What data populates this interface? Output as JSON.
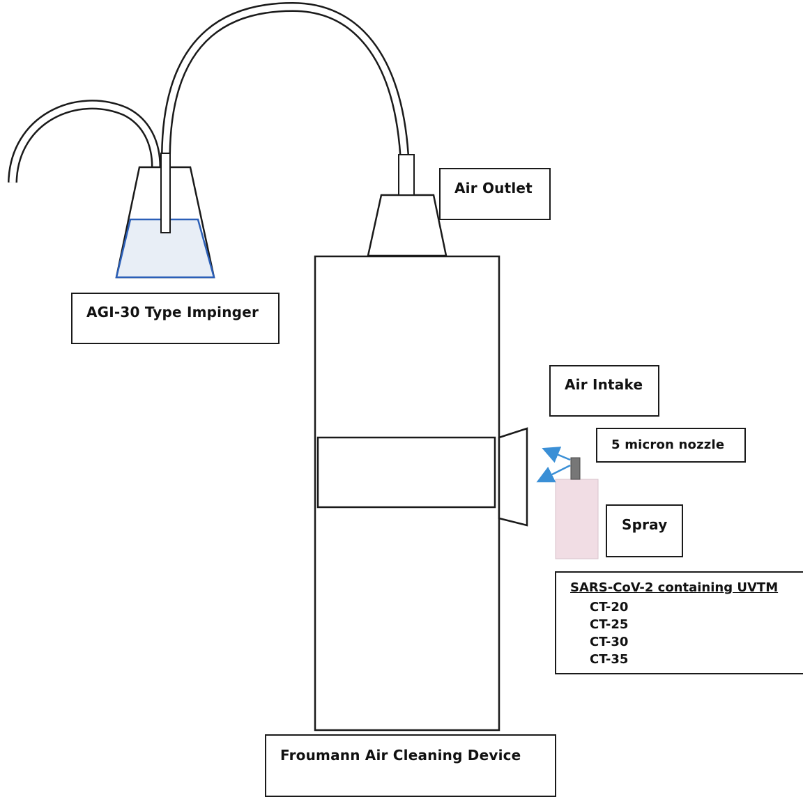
{
  "labels": {
    "air_outlet": "Air Outlet",
    "impinger": "AGI-30 Type Impinger",
    "air_intake": "Air Intake",
    "nozzle": "5 micron nozzle",
    "spray": "Spray",
    "uvtm_title": "SARS-CoV-2 containing UVTM",
    "uvtm_items": [
      "CT-20",
      "CT-25",
      "CT-30",
      "CT-35"
    ],
    "device": "Froumann Air Cleaning Device"
  },
  "colors": {
    "outline": "#1a1a1a",
    "liquid_fill": "#e8eef6",
    "liquid_line": "#2b5fb8",
    "spray_bottle": "#f1dde4",
    "arrow": "#3a8fd6",
    "nozzle": "#777777"
  }
}
